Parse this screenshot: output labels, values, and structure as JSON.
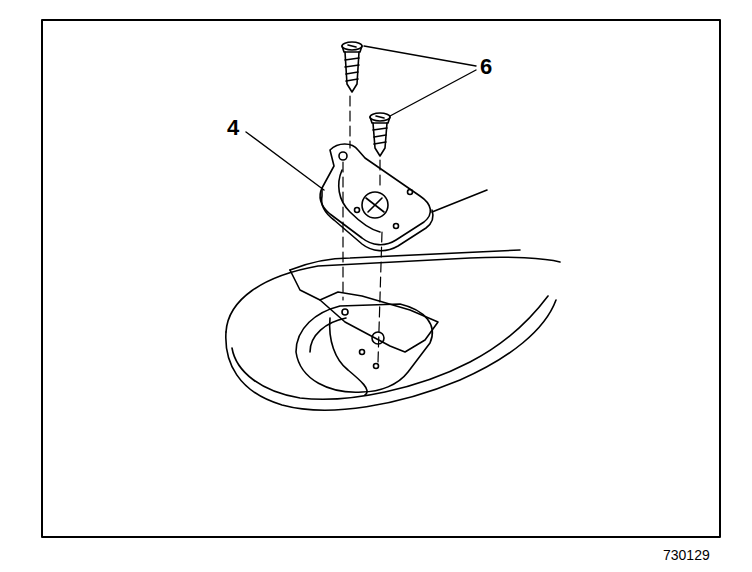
{
  "diagram": {
    "labels": [
      "6",
      "4",
      "730129"
    ]
  }
}
